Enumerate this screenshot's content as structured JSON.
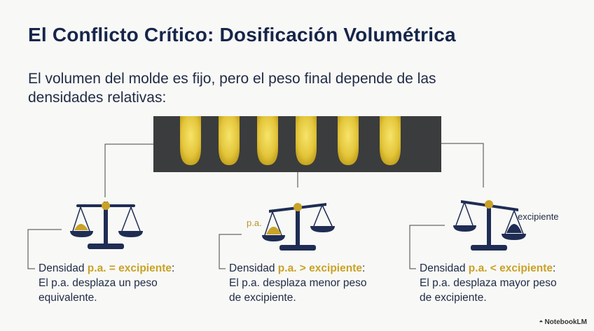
{
  "title": "El Conflicto Crítico: Dosificación Volumétrica",
  "subtitle": "El volumen del molde es fijo, pero el peso final depende de las densidades relativas:",
  "labels": {
    "pa": "p.a.",
    "excipiente": "excipiente"
  },
  "cases": [
    {
      "prefix": "Densidad ",
      "highlight": "p.a. = excipiente",
      "suffix": ":",
      "line2": "El p.a. desplaza un peso",
      "line3": "equivalente."
    },
    {
      "prefix": "Densidad ",
      "highlight": "p.a. > excipiente",
      "suffix": ":",
      "line2": "El p.a. desplaza menor peso",
      "line3": "de excipiente."
    },
    {
      "prefix": "Densidad ",
      "highlight": "p.a. < excipiente",
      "suffix": ":",
      "line2": "El p.a. desplaza mayor peso",
      "line3": "de excipiente."
    }
  ],
  "brand": "NotebookLM",
  "colors": {
    "navy": "#1f2d54",
    "gold": "#c9a227",
    "mold": "#3b3c3d"
  }
}
